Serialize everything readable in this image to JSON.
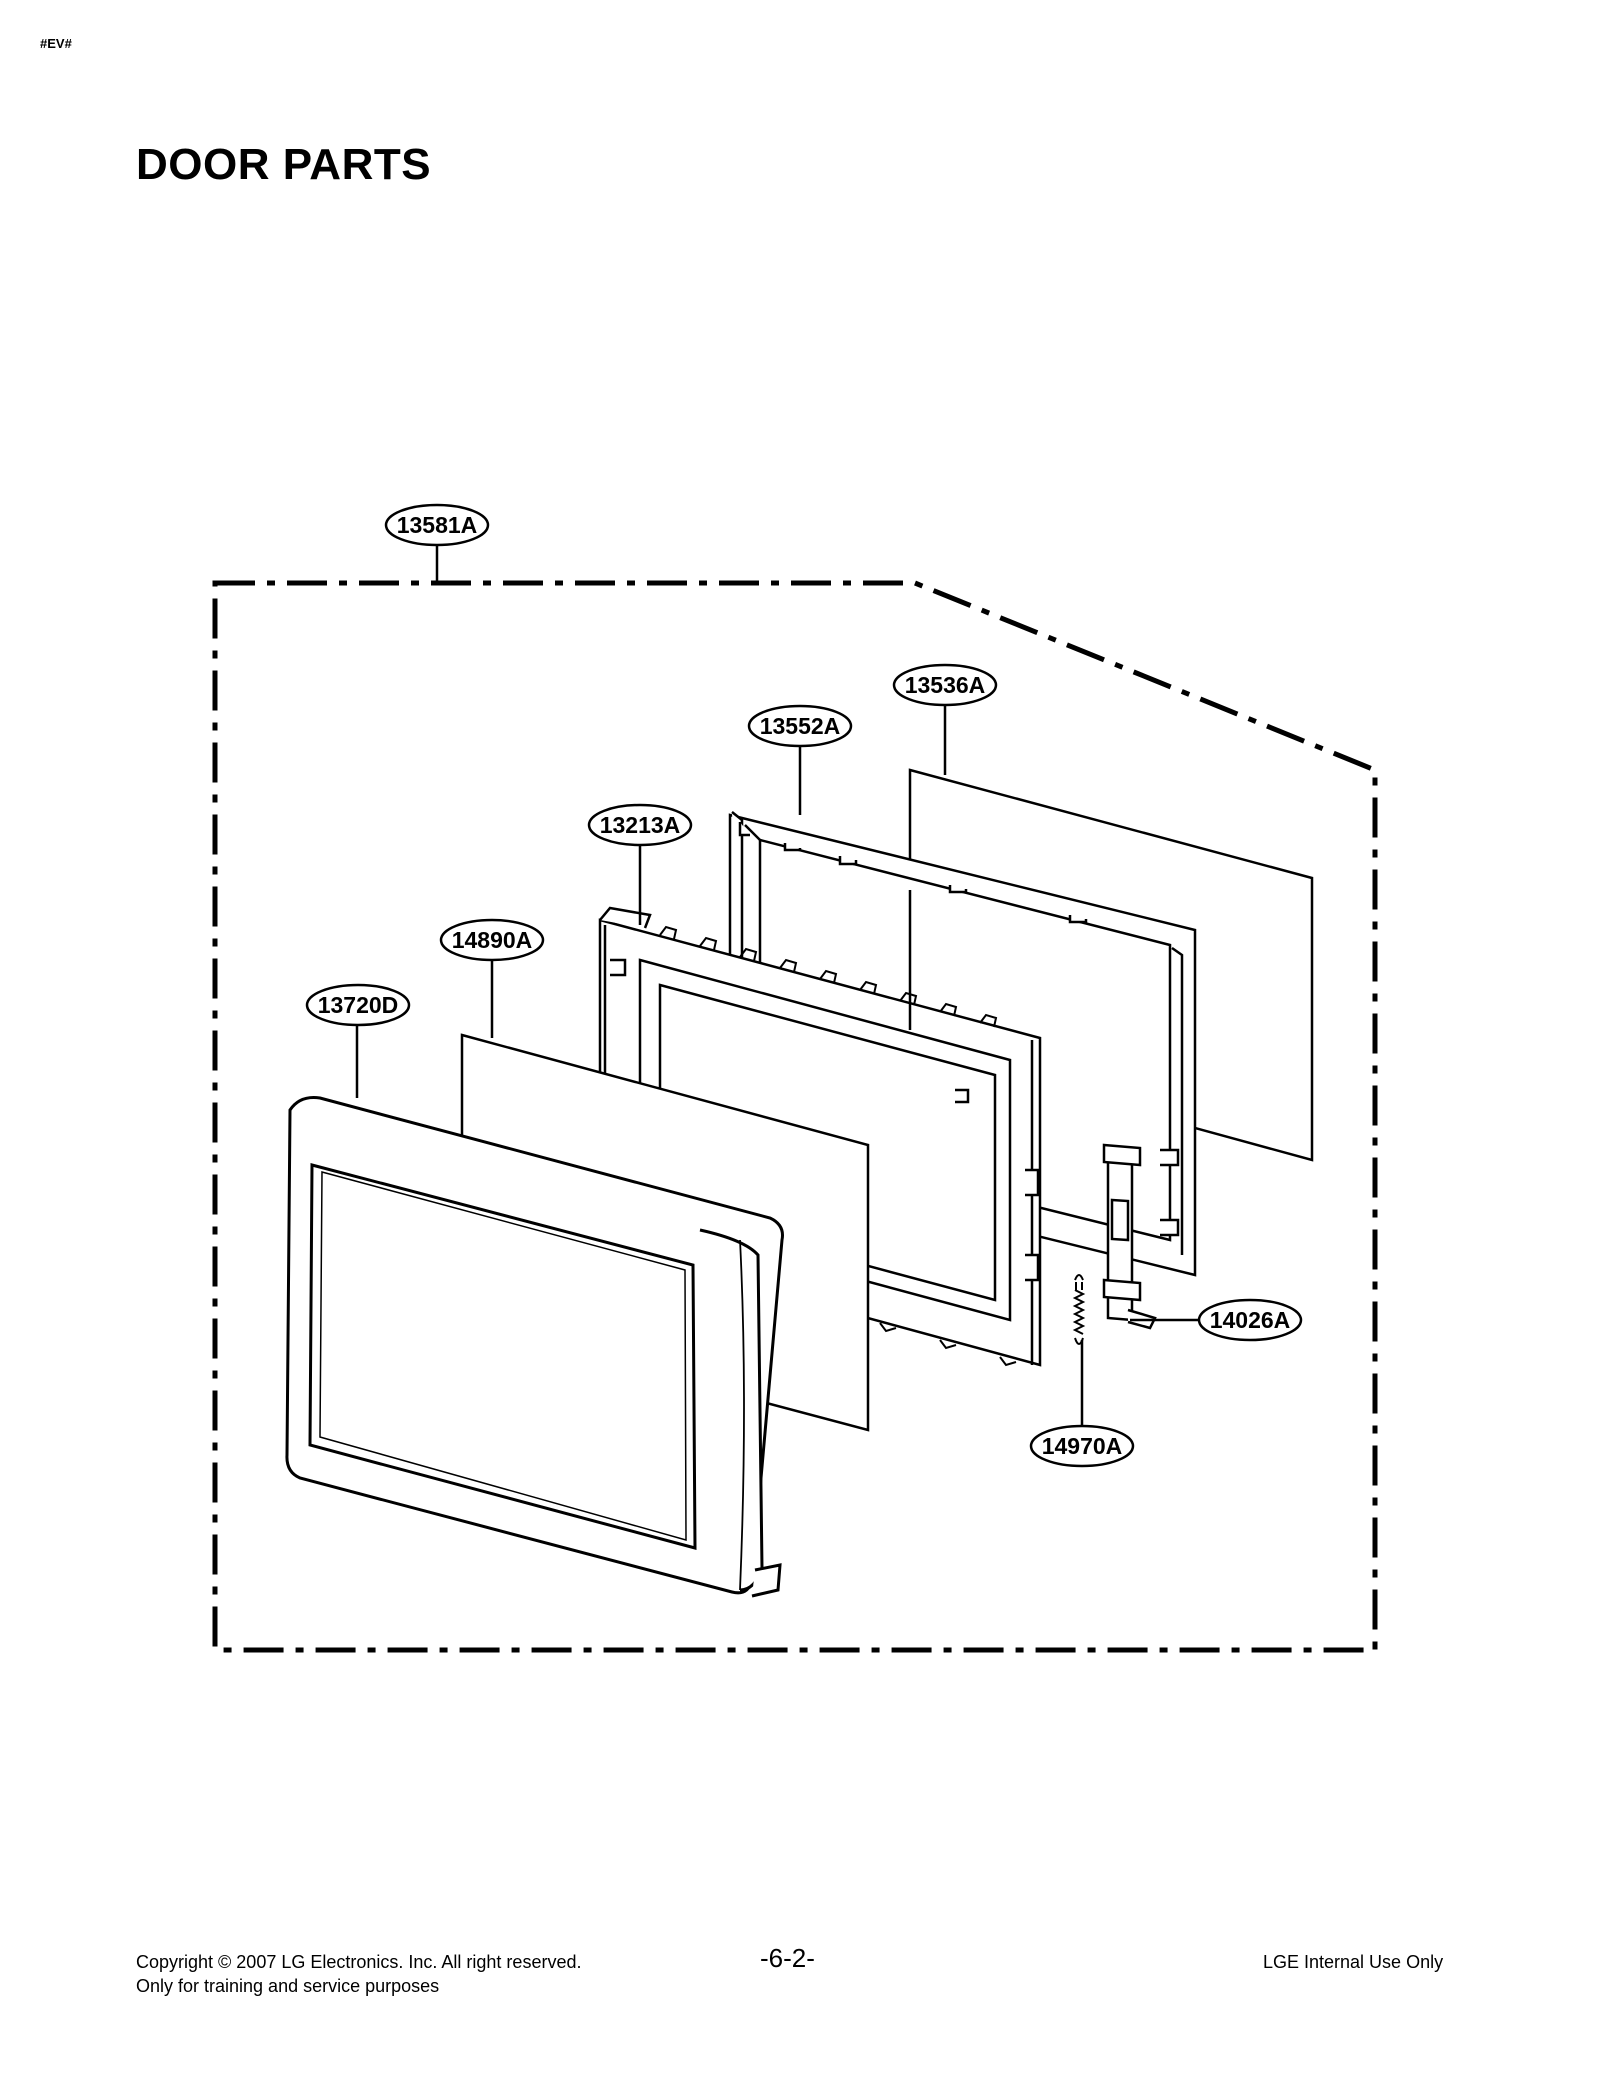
{
  "page": {
    "corner_mark": "#EV#",
    "title": "DOOR PARTS"
  },
  "parts": [
    {
      "id": "assembly",
      "label": "13581A"
    },
    {
      "id": "sheet-rear",
      "label": "13536A"
    },
    {
      "id": "choke-frame",
      "label": "13552A"
    },
    {
      "id": "door-frame",
      "label": "13213A"
    },
    {
      "id": "sheet-front",
      "label": "14890A"
    },
    {
      "id": "door-trim",
      "label": "13720D"
    },
    {
      "id": "latch",
      "label": "14026A"
    },
    {
      "id": "spring",
      "label": "14970A"
    }
  ],
  "footer": {
    "copyright": "Copyright © 2007 LG Electronics. Inc. All right reserved.",
    "purpose": "Only for training and service purposes",
    "page_number": "-6-2-",
    "internal": "LGE Internal Use Only"
  }
}
